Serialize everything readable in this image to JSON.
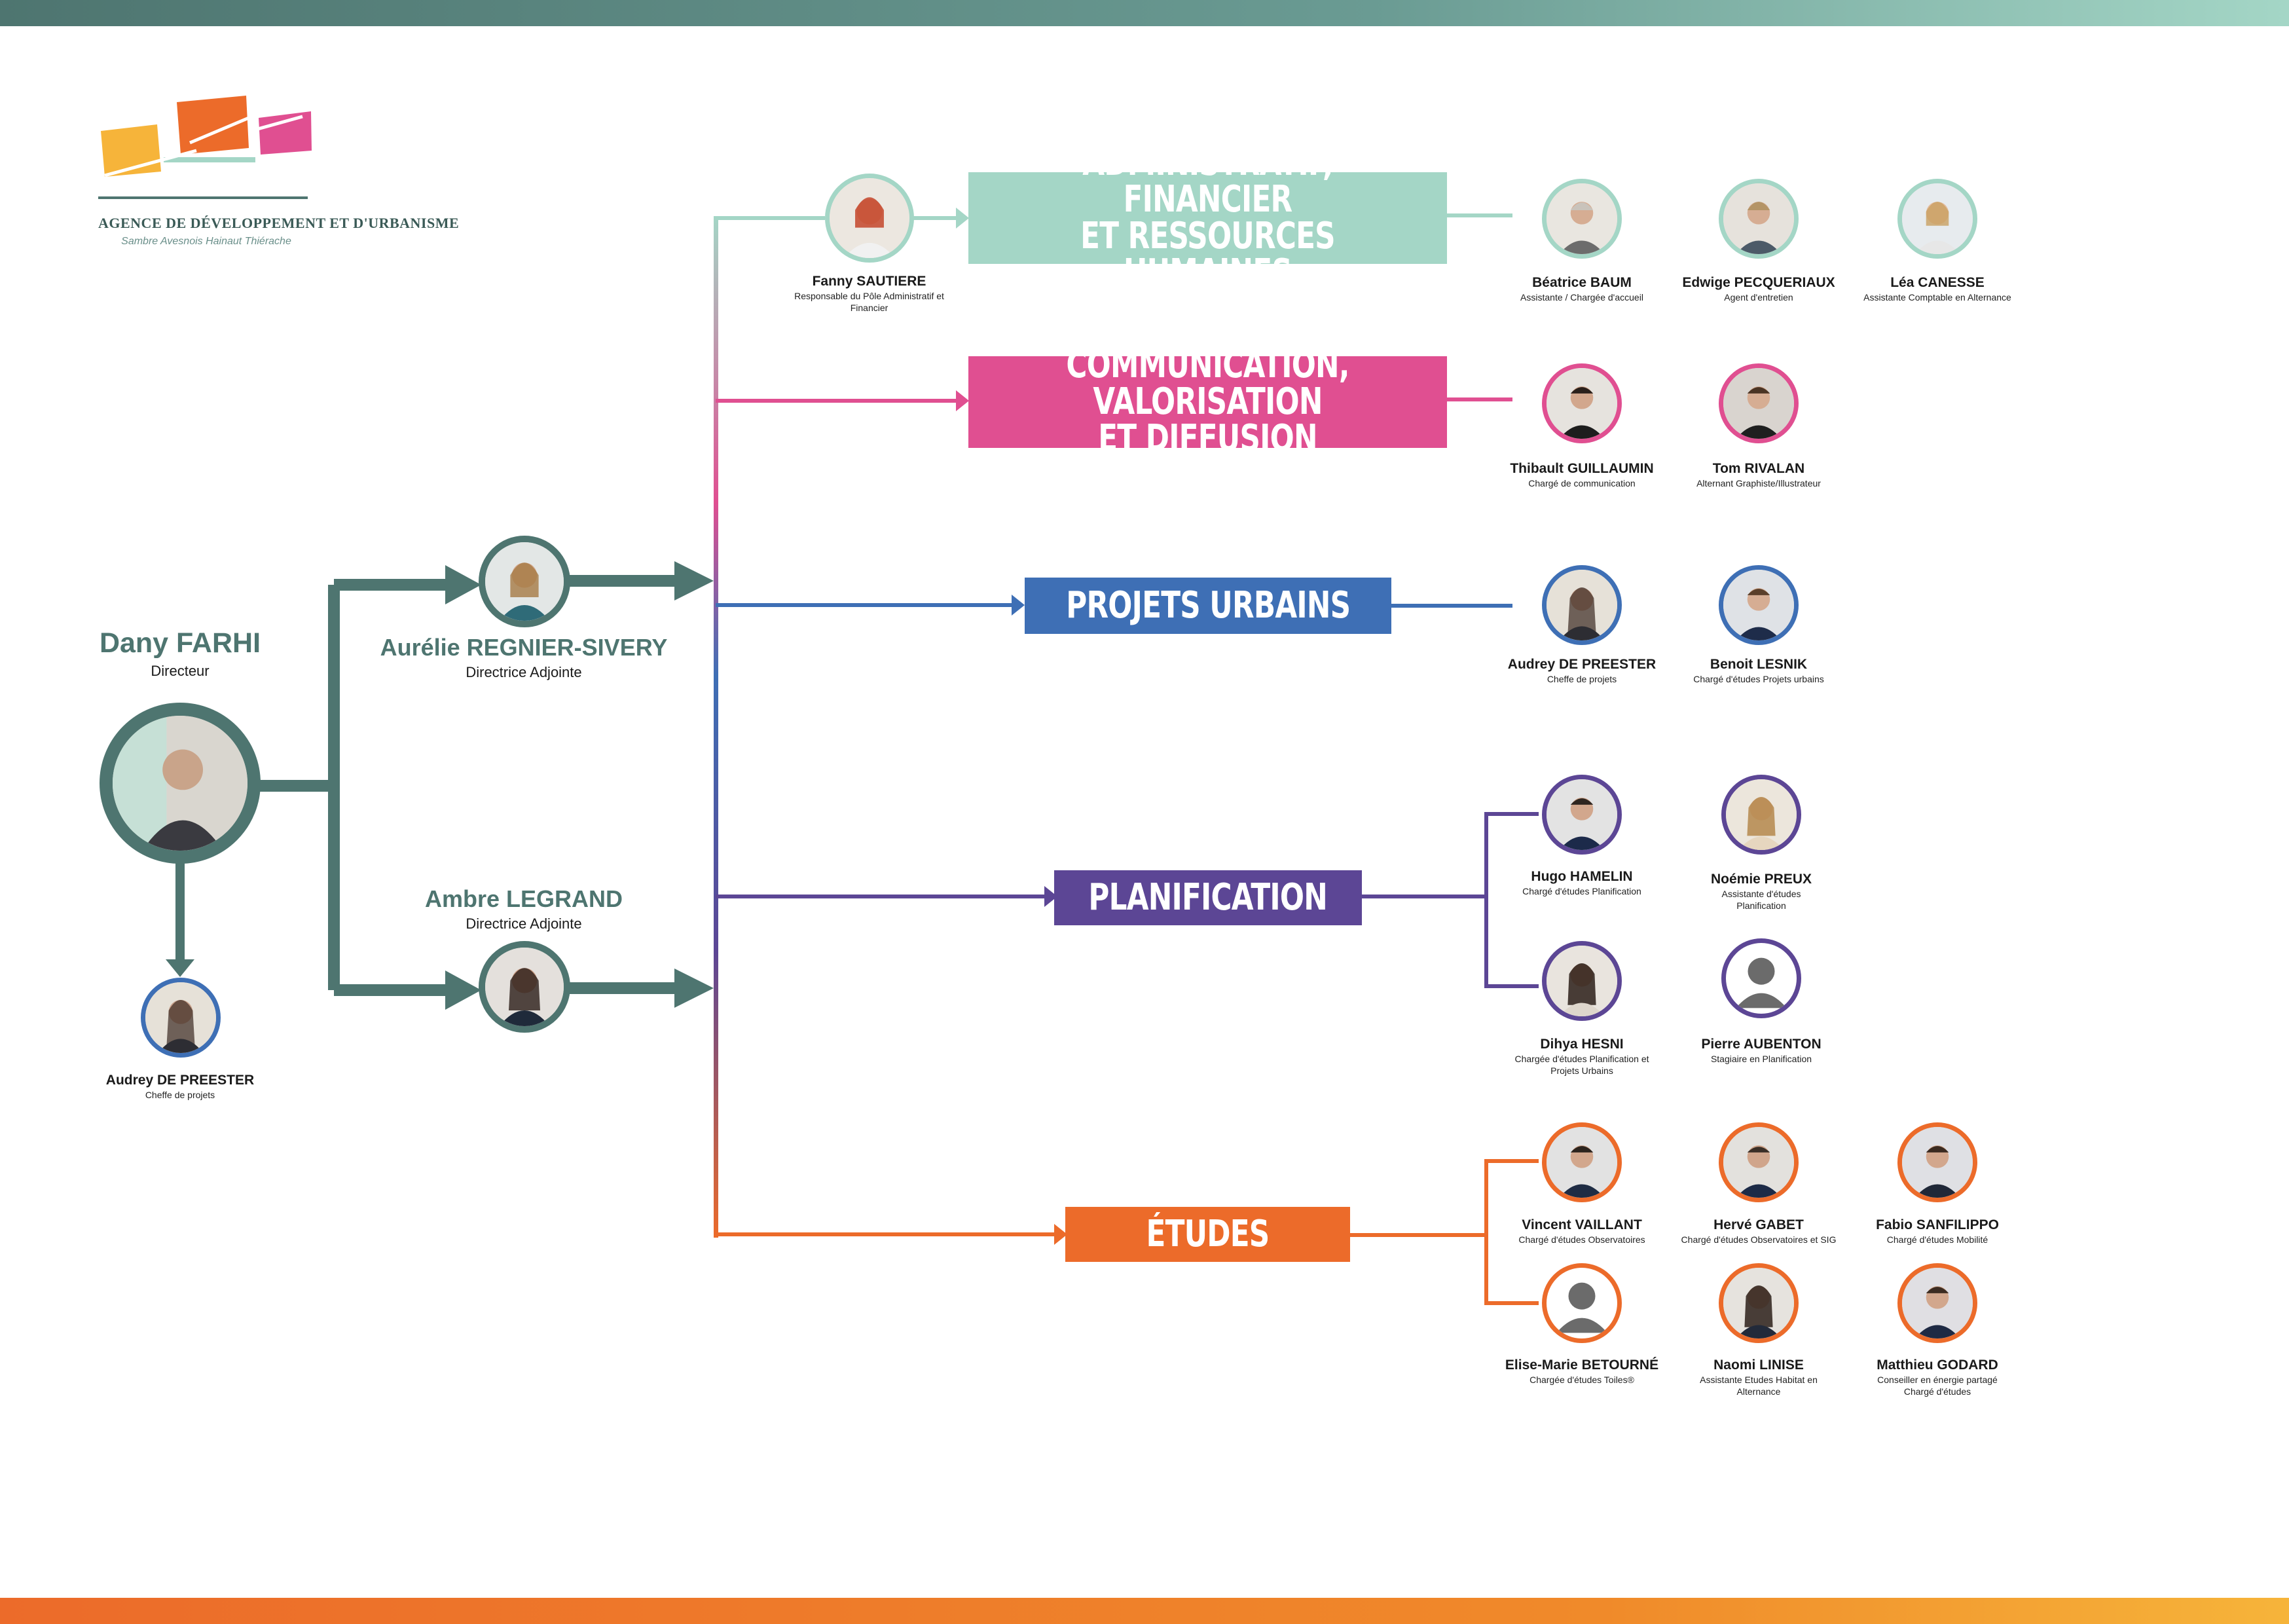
{
  "logo": {
    "title": "Agence de Développement et d'Urbanisme",
    "subtitle": "Sambre Avesnois Hainaut Thiérache"
  },
  "colors": {
    "teal": "#4e7570",
    "mint": "#a4d6c6",
    "pink": "#e04f91",
    "blue": "#3e6fb5",
    "purple": "#5c4695",
    "orange": "#ec6b2a"
  },
  "director": {
    "name": "Dany FARHI",
    "role": "Directeur"
  },
  "deputies": [
    {
      "name": "Aurélie REGNIER-SIVERY",
      "role": "Directrice Adjointe"
    },
    {
      "name": "Ambre LEGRAND",
      "role": "Directrice Adjointe"
    }
  ],
  "director_report": {
    "name": "Audrey DE PREESTER",
    "role": "Cheffe de projets"
  },
  "poles": [
    {
      "title": "Administratif, financier\net ressources humaines",
      "color": "#a4d6c6",
      "head": {
        "name": "Fanny SAUTIERE",
        "role": "Responsable du Pôle Administratif et Financier"
      },
      "members": [
        {
          "name": "Béatrice BAUM",
          "role": "Assistante / Chargée d'accueil"
        },
        {
          "name": "Edwige PECQUERIAUX",
          "role": "Agent d'entretien"
        },
        {
          "name": "Léa CANESSE",
          "role": "Assistante Comptable en Alternance"
        }
      ]
    },
    {
      "title": "Communication, valorisation\net diffusion",
      "color": "#e04f91",
      "members": [
        {
          "name": "Thibault GUILLAUMIN",
          "role": "Chargé de communication"
        },
        {
          "name": "Tom RIVALAN",
          "role": "Alternant Graphiste/Illustrateur"
        }
      ]
    },
    {
      "title": "Projets urbains",
      "color": "#3e6fb5",
      "members": [
        {
          "name": "Audrey DE PREESTER",
          "role": "Cheffe de projets"
        },
        {
          "name": "Benoit LESNIK",
          "role": "Chargé d'études Projets urbains"
        }
      ]
    },
    {
      "title": "Planification",
      "color": "#5c4695",
      "members": [
        {
          "name": "Hugo HAMELIN",
          "role": "Chargé d'études Planification"
        },
        {
          "name": "Noémie PREUX",
          "role": "Assistante d'études Planification"
        },
        {
          "name": "Dihya HESNI",
          "role": "Chargée d'études Planification et Projets Urbains"
        },
        {
          "name": "Pierre AUBENTON",
          "role": "Stagiaire en Planification"
        }
      ]
    },
    {
      "title": "Études",
      "color": "#ec6b2a",
      "members": [
        {
          "name": "Vincent VAILLANT",
          "role": "Chargé d'études Observatoires"
        },
        {
          "name": "Hervé GABET",
          "role": "Chargé d'études Observatoires et SIG"
        },
        {
          "name": "Fabio SANFILIPPO",
          "role": "Chargé d'études Mobilité"
        },
        {
          "name": "Elise-Marie BETOURNÉ",
          "role": "Chargée d'études Toiles®"
        },
        {
          "name": "Naomi LINISE",
          "role": "Assistante Etudes Habitat en Alternance"
        },
        {
          "name": "Matthieu GODARD",
          "role": "Conseiller en énergie partagé Chargé d'études"
        }
      ]
    }
  ]
}
